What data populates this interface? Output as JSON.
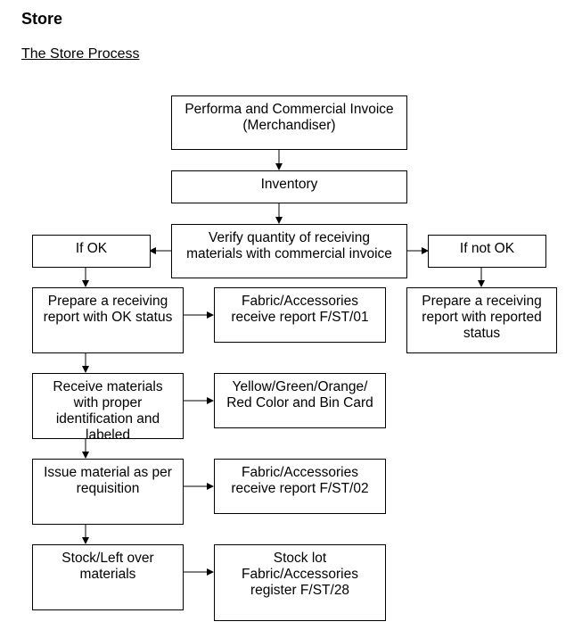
{
  "header": {
    "title": "Store",
    "subtitle": "The Store Process"
  },
  "flowchart": {
    "performa_invoice": "Performa and Commercial Invoice (Merchandiser)",
    "inventory": "Inventory",
    "verify_quantity": "Verify quantity of receiving materials with commercial invoice",
    "if_ok": "If OK",
    "if_not_ok": "If not OK",
    "prepare_ok_report": "Prepare a receiving report with OK status",
    "fabric_report_01": "Fabric/Accessories receive report F/ST/01",
    "prepare_reported_report": "Prepare a receiving report with reported status",
    "receive_materials": "Receive materials with proper identification and labeled",
    "color_bin_card": "Yellow/Green/Orange/ Red Color and Bin Card",
    "issue_material": "Issue material as per requisition",
    "fabric_report_02": "Fabric/Accessories receive report F/ST/02",
    "stock_leftover": "Stock/Left over materials",
    "stock_lot_register": "Stock lot Fabric/Accessories register F/ST/28"
  }
}
